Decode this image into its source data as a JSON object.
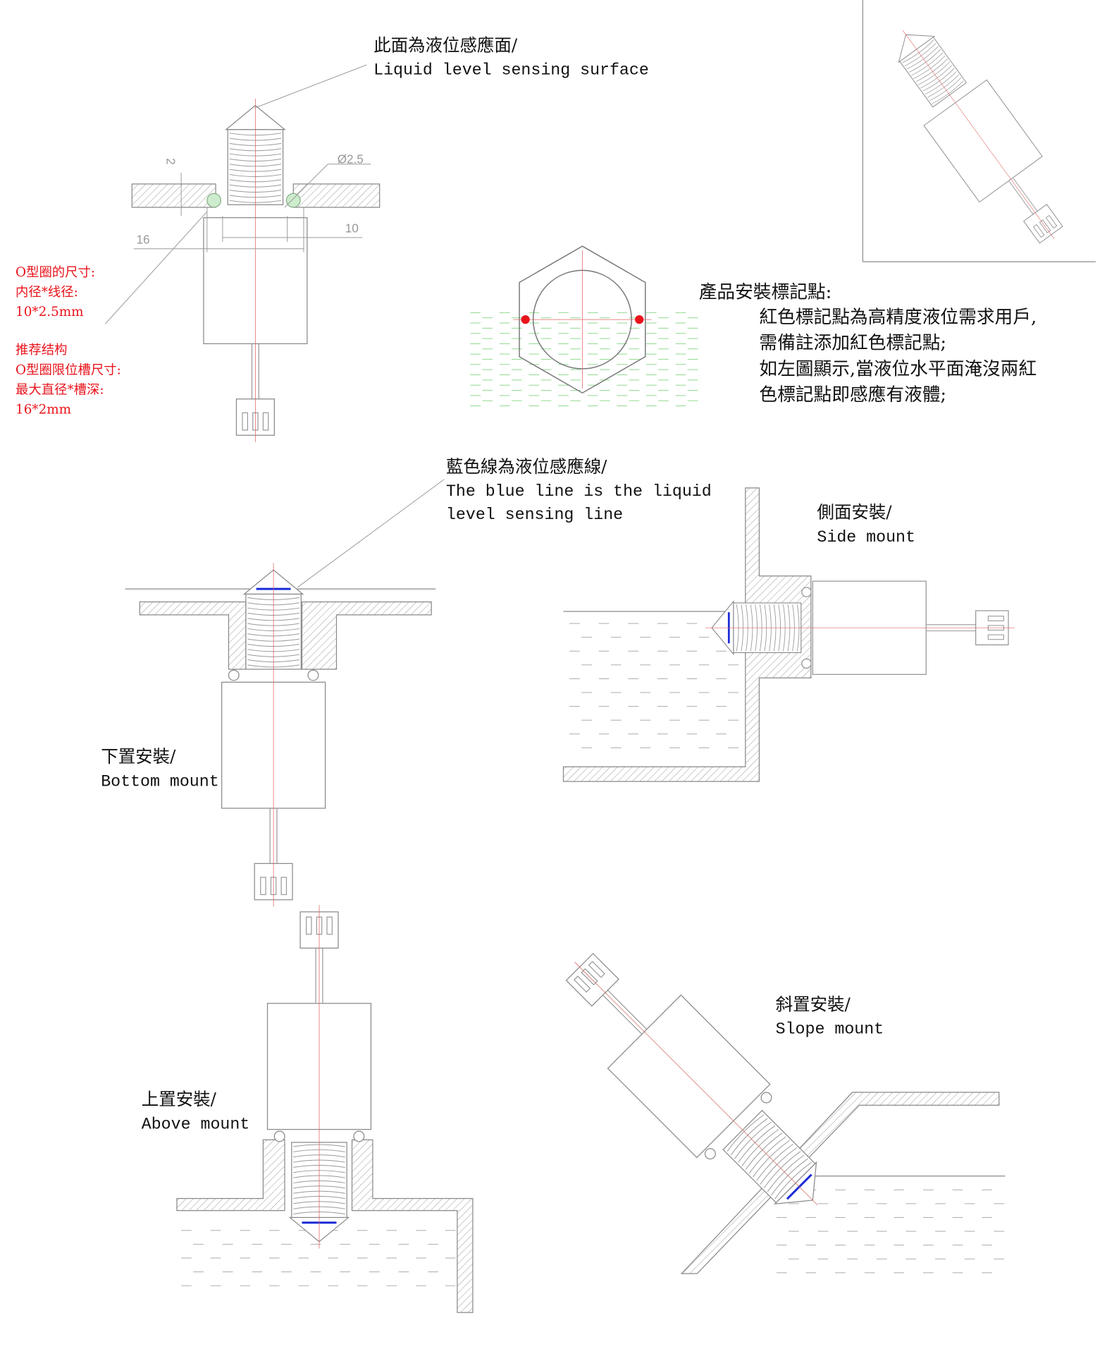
{
  "top_figure": {
    "title_cn": "此面為液位感應面/",
    "title_en": "Liquid level sensing surface",
    "dim_height": "2",
    "dim_oring": "Ø2.5",
    "dim_outer": "16",
    "dim_inner": "10",
    "oring_notes": [
      "O型圈的尺寸:",
      "内径*线径:",
      "10*2.5mm"
    ],
    "groove_notes": [
      "推荐结构",
      "O型圈限位槽尺寸:",
      "最大直径*槽深:",
      "16*2mm"
    ]
  },
  "marking": {
    "heading": "產品安裝標記點:",
    "lines": [
      "紅色標記點為高精度液位需求用戶,",
      "需備註添加紅色標記點;",
      "如左圖顯示,當液位水平面淹沒兩紅",
      "色標記點即感應有液體;"
    ]
  },
  "blue_line_note": {
    "cn": "藍色線為液位感應線/",
    "en1": "The blue line is the liquid",
    "en2": "level sensing line"
  },
  "mounts": {
    "bottom": {
      "cn": "下置安裝/",
      "en": "Bottom mount"
    },
    "side": {
      "cn": "側面安裝/",
      "en": "Side mount"
    },
    "above": {
      "cn": "上置安裝/",
      "en": "Above mount"
    },
    "slope": {
      "cn": "斜置安裝/",
      "en": "Slope mount"
    }
  },
  "colors": {
    "sensing_line": "#1a2bd6",
    "marker": "#e8141c",
    "oring": "#cdeccd"
  }
}
